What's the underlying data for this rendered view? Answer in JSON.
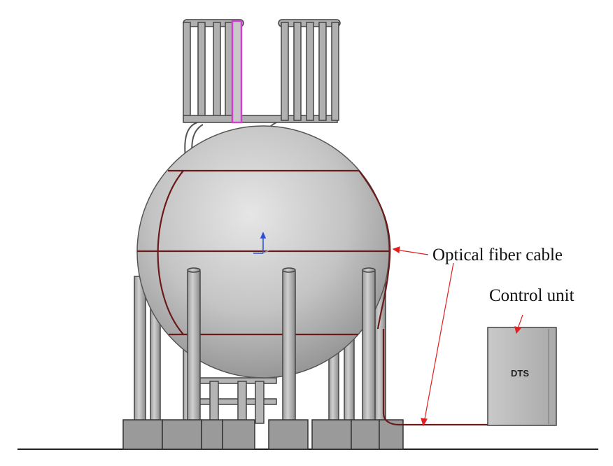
{
  "labels": {
    "fiber_cable": "Optical fiber cable",
    "control_unit": "Control unit",
    "dts_box": "DTS"
  },
  "colors": {
    "fiber": "#6b1a1a",
    "arrow": "#e02020",
    "highlight_pipe": "#d040d0",
    "steel": "#a8a8a8",
    "outline": "#444444"
  }
}
